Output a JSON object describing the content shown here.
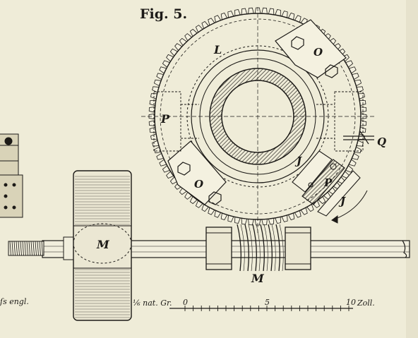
{
  "figure": {
    "title": "Fig. 5.",
    "scale_left_text": "ſs engl.",
    "scale_ratio": "⅙ nat. Gr.",
    "scale_ticks": [
      "0",
      "5",
      "10"
    ],
    "scale_unit": "Zoll."
  },
  "labels": {
    "L": "L",
    "O_top": "O",
    "O_left": "O",
    "P_left": "P",
    "P_right": "P",
    "Q": "Q",
    "J_upper": "J",
    "J_lower": "J",
    "M_pulley": "M",
    "M_worm": "M"
  },
  "colors": {
    "paper": "#efecd8",
    "ink": "#1c1a17"
  }
}
